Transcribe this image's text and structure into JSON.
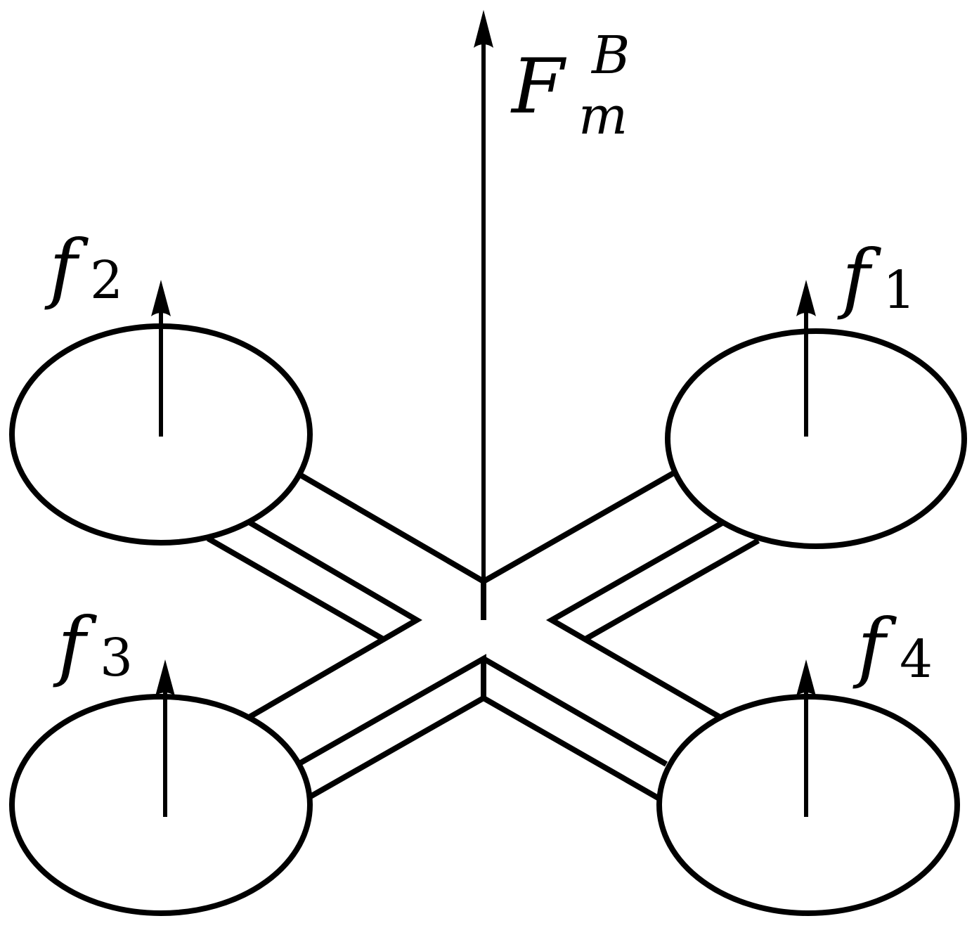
{
  "labels": {
    "main_force_base": "F",
    "main_force_sup": "B",
    "main_force_sub": "m",
    "rotor_force_symbol": "f",
    "rotor1_index": "1",
    "rotor2_index": "2",
    "rotor3_index": "3",
    "rotor4_index": "4"
  },
  "icons": {
    "rotor": "ellipse",
    "force": "arrow-up-icon"
  },
  "colors": {
    "line": "#000000",
    "background": "#ffffff"
  }
}
